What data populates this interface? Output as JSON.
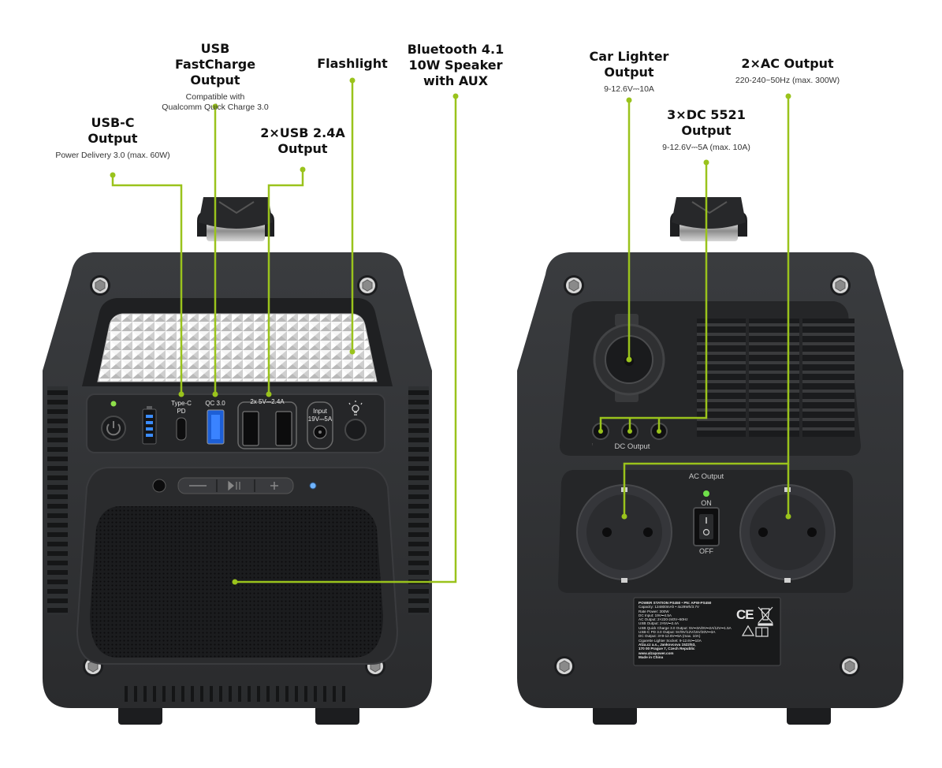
{
  "callouts": {
    "usb_c": {
      "title_1": "USB-C",
      "title_2": "Output",
      "sub_1": "Power Delivery 3.0 (max. 60W)"
    },
    "usb_fastcharge": {
      "title_1": "USB",
      "title_2": "FastCharge",
      "title_3": "Output",
      "sub_1": "Compatible with",
      "sub_2": "Qualcomm Quick Charge 3.0"
    },
    "usb_24a": {
      "title_1": "2×USB 2.4A",
      "title_2": "Output"
    },
    "flashlight": {
      "title_1": "Flashlight"
    },
    "speaker": {
      "title_1": "Bluetooth 4.1",
      "title_2": "10W Speaker",
      "title_3": "with AUX"
    },
    "car_lighter": {
      "title_1": "Car Lighter",
      "title_2": "Output",
      "sub_1": "9-12.6V⎓10A"
    },
    "dc5521": {
      "title_1": "3×DC 5521",
      "title_2": "Output",
      "sub_1": "9-12.6V⎓5A (max. 10A)"
    },
    "ac": {
      "title_1": "2×AC Output",
      "sub_1": "220-240~50Hz (max. 300W)"
    }
  },
  "front_panel": {
    "type_c_label_1": "Type-C",
    "type_c_label_2": "PD",
    "qc_label": "QC 3.0",
    "usb2x_label": "2x 5V⎓2.4A",
    "input_label_1": "Input",
    "input_label_2": "19V⎓5A"
  },
  "rear_panel": {
    "dc_output_label": "DC  Output",
    "ac_output_label": "AC  Output",
    "switch_on": "ON",
    "switch_off": "OFF",
    "ce_mark": "CE"
  },
  "spec_label": [
    "POWER STATION PS450 • PN: APW-PS450",
    "Capacity: 124800mAh • 4x29Wh/3.7V",
    "Rate Power: 300W",
    "DC Input: 19V⎓4.5A",
    "AC Output: 2×220-240V~50Hz",
    "USB Output: 2×5V⎓2.4A",
    "USB Quick Charge 3.0 Output: 5V⎓3A/9V⎓2A/12V⎓1.5A",
    "USB-C PD 3.0 Output: 5V/9V/12V/15V/20V⎓3A",
    "DC Output: 3×9-12.6V⎓5A (max. 10A)",
    "Cigarette Lighter Socket: 9-12.6V⎓10A",
    "Alza.cz a.s., Jankovcova 1522/53,",
    "170 00 Prague 7, Czech Republic",
    "www.alzapower.com",
    "Made in China"
  ],
  "colors": {
    "accent": "#9ac31c",
    "body": "#2e3032",
    "body_dark": "#1d1e20",
    "background": "#ffffff"
  }
}
